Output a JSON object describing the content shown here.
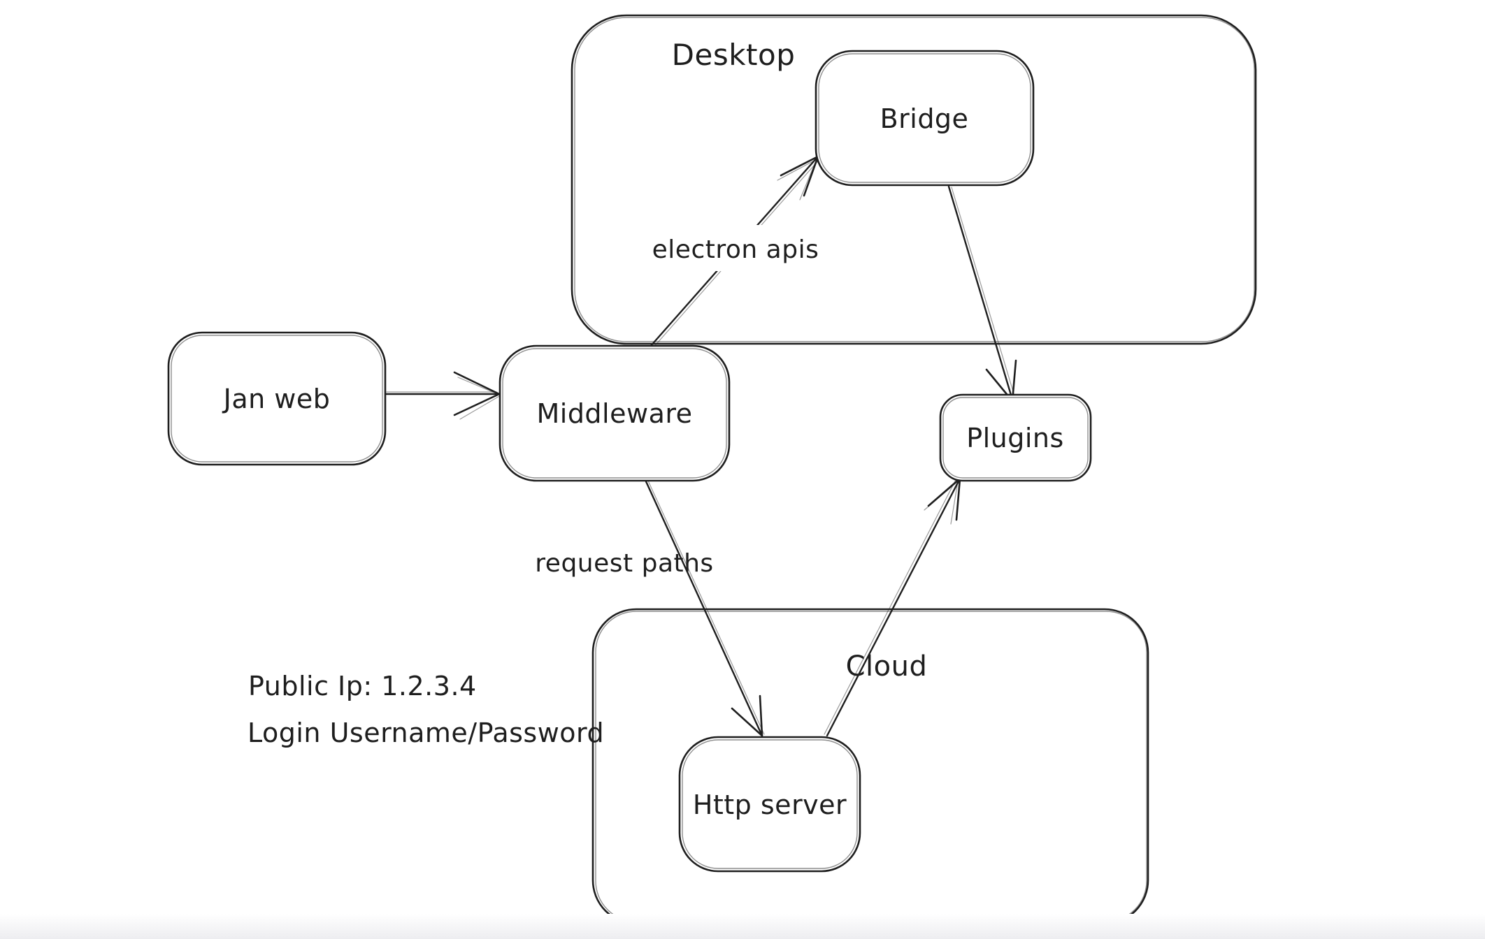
{
  "diagram": {
    "background": "#ffffff",
    "stroke_color": "#1e1e1e",
    "containers": [
      {
        "id": "desktop",
        "label": "Desktop"
      },
      {
        "id": "cloud",
        "label": "Cloud"
      }
    ],
    "nodes": [
      {
        "id": "jan-web",
        "label": "Jan web"
      },
      {
        "id": "middleware",
        "label": "Middleware"
      },
      {
        "id": "bridge",
        "label": "Bridge"
      },
      {
        "id": "plugins",
        "label": "Plugins"
      },
      {
        "id": "http-server",
        "label": "Http server"
      }
    ],
    "edges": [
      {
        "id": "jan-web-to-middleware",
        "from": "Jan web",
        "to": "Middleware",
        "label": ""
      },
      {
        "id": "middleware-to-bridge",
        "from": "Middleware",
        "to": "Bridge",
        "label": "electron apis"
      },
      {
        "id": "bridge-to-plugins",
        "from": "Bridge",
        "to": "Plugins",
        "label": ""
      },
      {
        "id": "middleware-to-http-server",
        "from": "Middleware",
        "to": "Http server",
        "label": "request paths"
      },
      {
        "id": "http-server-to-plugins",
        "from": "Http server",
        "to": "Plugins",
        "label": ""
      }
    ],
    "annotations": [
      {
        "id": "public-ip",
        "text": "Public Ip: 1.2.3.4"
      },
      {
        "id": "login",
        "text": "Login Username/Password"
      }
    ]
  }
}
